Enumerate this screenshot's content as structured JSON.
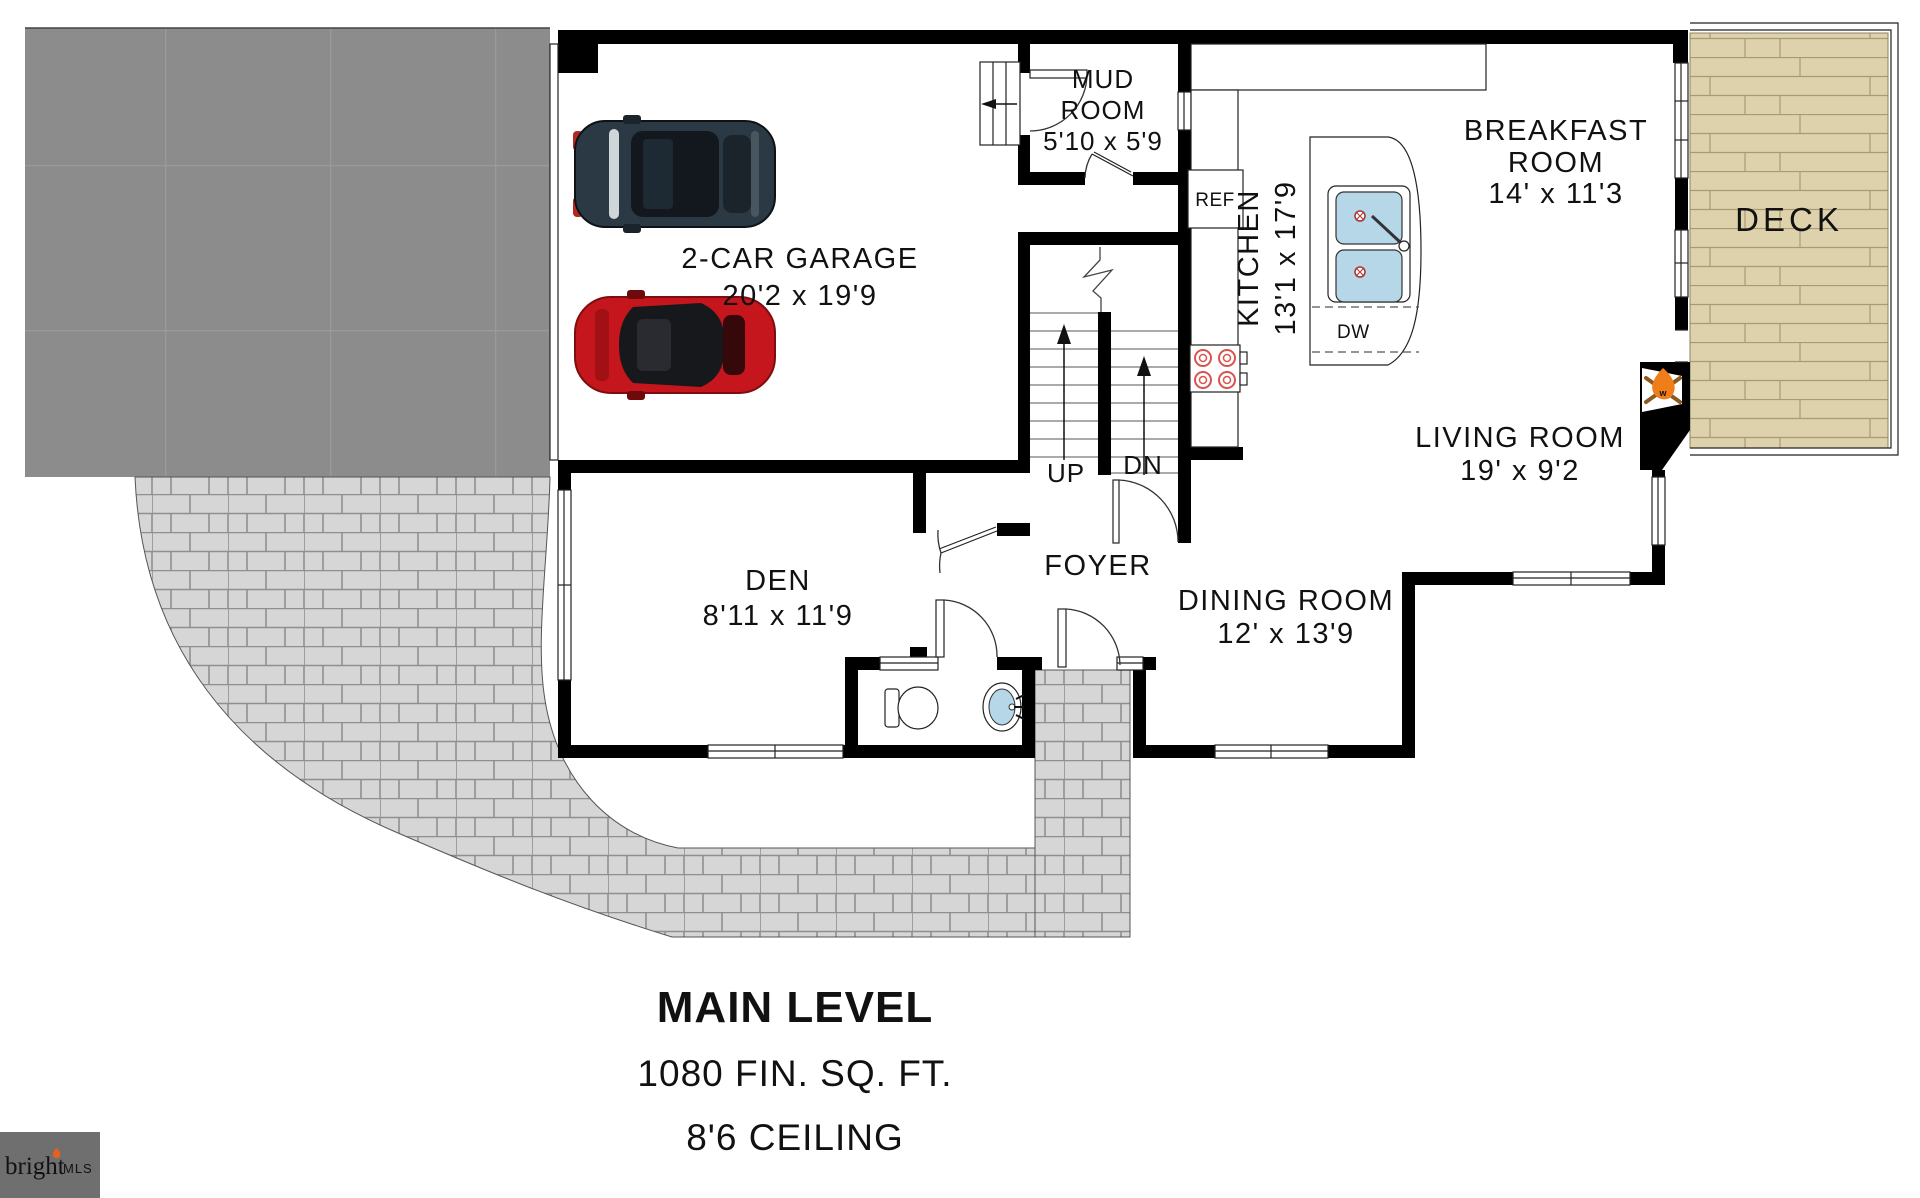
{
  "plan": {
    "rooms": {
      "garage": {
        "name": "2-CAR GARAGE",
        "dims": "20'2 x 19'9"
      },
      "mud_room": {
        "name_line1": "MUD",
        "name_line2": "ROOM",
        "dims": "5'10 x 5'9"
      },
      "kitchen": {
        "name": "KITCHEN",
        "dims": "13'1 x 17'9"
      },
      "breakfast_room": {
        "name_line1": "BREAKFAST",
        "name_line2": "ROOM",
        "dims": "14' x 11'3"
      },
      "deck": {
        "name": "DECK"
      },
      "living_room": {
        "name": "LIVING ROOM",
        "dims": "19' x 9'2"
      },
      "dining_room": {
        "name": "DINING ROOM",
        "dims": "12' x 13'9"
      },
      "den": {
        "name": "DEN",
        "dims": "8'11 x 11'9"
      },
      "foyer": {
        "name": "FOYER"
      }
    },
    "fixtures": {
      "refrigerator": "REF",
      "dishwasher": "DW",
      "stairs_up": "UP",
      "stairs_down": "DN"
    }
  },
  "footer": {
    "title": "MAIN LEVEL",
    "area": "1080 FIN. SQ. FT.",
    "ceiling": "8'6 CEILING"
  },
  "logo": {
    "brand": "bright",
    "suffix": "MLS"
  },
  "colors": {
    "wall": "#000000",
    "driveway": "#8c8c8c",
    "brick": "#d6d6d6",
    "brick_mortar": "#8f8f8f",
    "deck": "#ddd2ac",
    "deck_line": "#a89b72",
    "sink": "#b5d7e8",
    "flame": "#ef7d1a",
    "car_red": "#c4161c",
    "car_dark": "#2a3944",
    "logo_bg": "#6f6f6f",
    "text": "#111111"
  }
}
